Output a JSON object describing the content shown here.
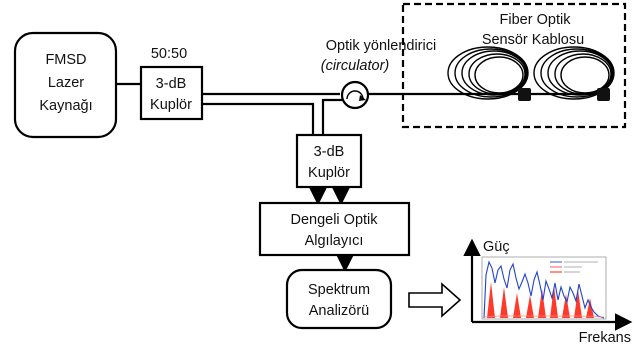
{
  "laser": {
    "line1": "FMSD",
    "line2": "Lazer",
    "line3": "Kaynağı"
  },
  "ratio_label": "50:50",
  "coupler1": {
    "line1": "3-dB",
    "line2": "Kuplör"
  },
  "circulator": {
    "line1": "Optik yönlendirici",
    "line2": "(circulator)"
  },
  "sensor": {
    "line1": "Fiber Optik",
    "line2": "Sensör Kablosu"
  },
  "coupler2": {
    "line1": "3-dB",
    "line2": "Kuplör"
  },
  "detector": {
    "line1": "Dengeli Optik",
    "line2": "Algılayıcı"
  },
  "analyzer": {
    "line1": "Spektrum",
    "line2": "Analizörü"
  },
  "plot": {
    "y_label": "Güç",
    "x_label": "Frekans",
    "legend_colors": [
      "#3355cc",
      "#ff5566",
      "#ff2200"
    ]
  }
}
